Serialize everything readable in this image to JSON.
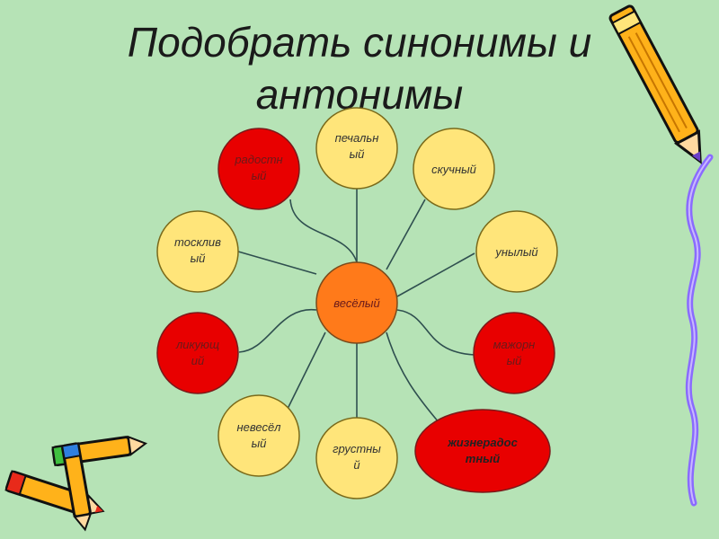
{
  "title": {
    "line1": "Подобрать синонимы и",
    "line2": "антонимы"
  },
  "colors": {
    "background": "#b6e3b6",
    "center": "#ff7a1a",
    "synonym": "#ffe57a",
    "antonym": "#e80000",
    "line": "#2f4f4f"
  },
  "center": {
    "label1": "весёлый",
    "label2": ""
  },
  "nodes": [
    {
      "id": "pechalny",
      "label1": "печальн",
      "label2": "ый",
      "kind": "synonym"
    },
    {
      "id": "skuchny",
      "label1": "скучный",
      "label2": "",
      "kind": "synonym"
    },
    {
      "id": "unyly",
      "label1": "унылый",
      "label2": "",
      "kind": "synonym"
    },
    {
      "id": "mazhorny",
      "label1": "мажорн",
      "label2": "ый",
      "kind": "antonym"
    },
    {
      "id": "zhizneradostny",
      "label1": "жизнерадос",
      "label2": "тный",
      "kind": "antonym"
    },
    {
      "id": "grustny",
      "label1": "грустны",
      "label2": "й",
      "kind": "synonym"
    },
    {
      "id": "neveselyi",
      "label1": "невесёл",
      "label2": "ый",
      "kind": "synonym"
    },
    {
      "id": "likuyushchy",
      "label1": "ликующ",
      "label2": "ий",
      "kind": "antonym"
    },
    {
      "id": "tosklivy",
      "label1": "тосклив",
      "label2": "ый",
      "kind": "synonym"
    },
    {
      "id": "radostny",
      "label1": "радостн",
      "label2": "ый",
      "kind": "antonym"
    }
  ],
  "decorations": {
    "top_right": "pencil-icon",
    "bottom_left": "crayons-icon",
    "right_edge": "ribbon"
  }
}
